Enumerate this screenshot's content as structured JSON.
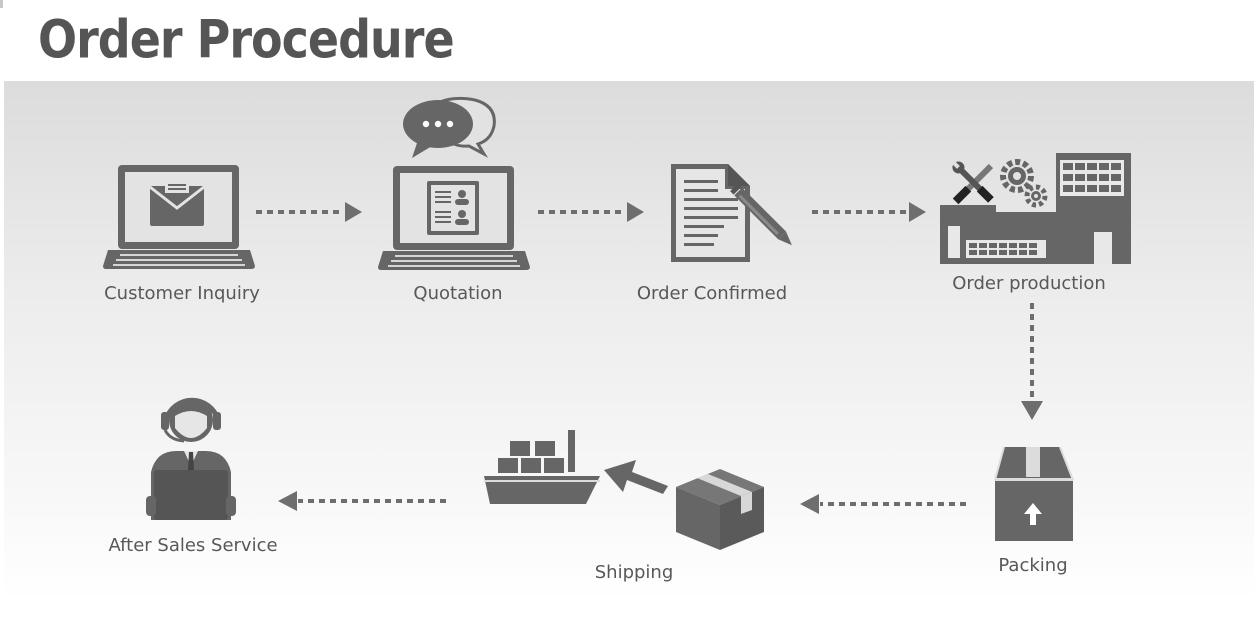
{
  "title": "Order Procedure",
  "steps": [
    {
      "label": "Customer Inquiry",
      "icon": "laptop-mail-icon"
    },
    {
      "label": "Quotation",
      "icon": "laptop-quote-icon"
    },
    {
      "label": "Order Confirmed",
      "icon": "document-pen-icon"
    },
    {
      "label": "Order production",
      "icon": "factory-icon"
    },
    {
      "label": "Packing",
      "icon": "package-icon"
    },
    {
      "label": "Shipping",
      "icon": "ship-box-icon"
    },
    {
      "label": "After Sales Service",
      "icon": "headset-agent-icon"
    }
  ],
  "colors": {
    "icon": "#666666",
    "arrow": "#6e6e6e",
    "text": "#585858"
  }
}
